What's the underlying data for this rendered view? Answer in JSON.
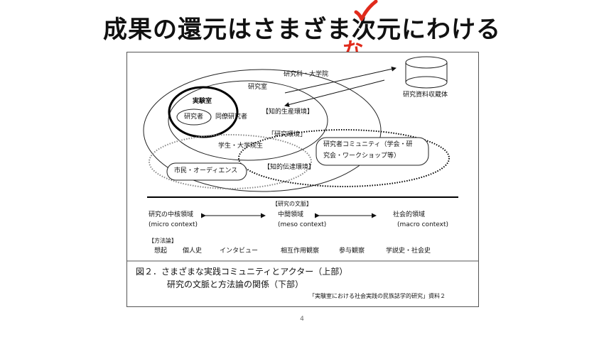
{
  "slide": {
    "title": "成果の還元はさまざま次元にわける",
    "annotation_insert": "な",
    "annotation_color": "#e02a1b",
    "page_number": "4"
  },
  "diagram": {
    "upper": {
      "graduate_school": "研究科・大学院",
      "lab_room": "研究室",
      "laboratory": "実験室",
      "researcher": "研究者",
      "colleague": "同僚研究者",
      "knowledge_production": "【知的生産環境】",
      "research_environment": "「研究環境」",
      "students": "学生・大学院生",
      "community_line1": "研究者コミュニティ（学会・研",
      "community_line2": "究会・ワークショップ等）",
      "knowledge_transmission": "【知的伝達環境】",
      "citizens": "市民・オーディエンス",
      "archive": "研究資料収蔵体"
    },
    "lower": {
      "context_header": "【研究の文脈】",
      "micro": "研究の中核領域",
      "micro_en": "(micro context)",
      "meso": "中間領域",
      "meso_en": "(meso context)",
      "macro": "社会的領域",
      "macro_en": "(macro context)",
      "methods_header": "【方法論】",
      "methods": [
        "想起",
        "個人史",
        "インタビュー",
        "相互作用観察",
        "参与観察",
        "学説史・社会史"
      ]
    },
    "caption": {
      "line1": "図２．さまざまな実践コミュニティとアクター（上部）",
      "line2": "研究の文脈と方法論の関係（下部）",
      "source": "「実験室における社会実践の民族誌学的研究」資料２"
    }
  }
}
